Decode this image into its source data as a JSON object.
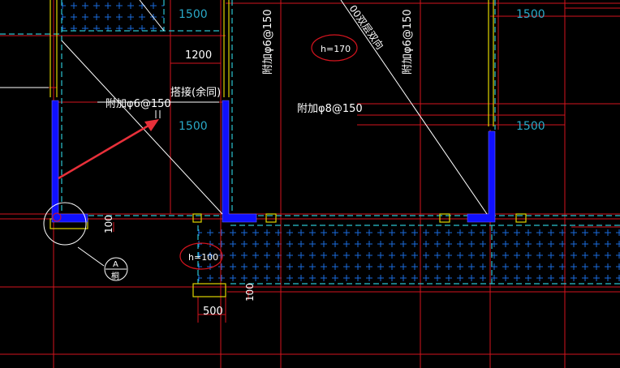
{
  "colors": {
    "background": "#000000",
    "grid_red": "#d4141e",
    "column_blue": "#1010ff",
    "dashed_cyan": "#2bc3d0",
    "hatch_blue": "#1a6bdc",
    "yellow": "#e0d500",
    "white": "#ffffff",
    "arrow_red": "#e8303a",
    "cyan_text": "#2aa9c8"
  },
  "labels": {
    "dim_1500_a": "1500",
    "dim_1500_b": "1500",
    "dim_1500_c": "1500",
    "dim_1500_d": "1500",
    "dim_1200": "1200",
    "dim_500": "500",
    "dim_100_a": "100",
    "dim_100_b": "100",
    "rebar_phi6_150_left": "附加φ6@150",
    "rebar_phi8_150": "附加φ8@150",
    "rebar_phi6_150_vert_a": "附加φ6@150",
    "rebar_phi6_150_vert_b": "附加φ6@150",
    "lap_note": "搭接(余同)",
    "slab_h170": "h=170",
    "slab_h100": "h=100",
    "diagonal_note": "00双层双向",
    "section_a": "A",
    "section_sheet": "桐"
  },
  "icons": {
    "pointer": "red-arrow-icon",
    "section_marker": "section-bubble-icon"
  }
}
